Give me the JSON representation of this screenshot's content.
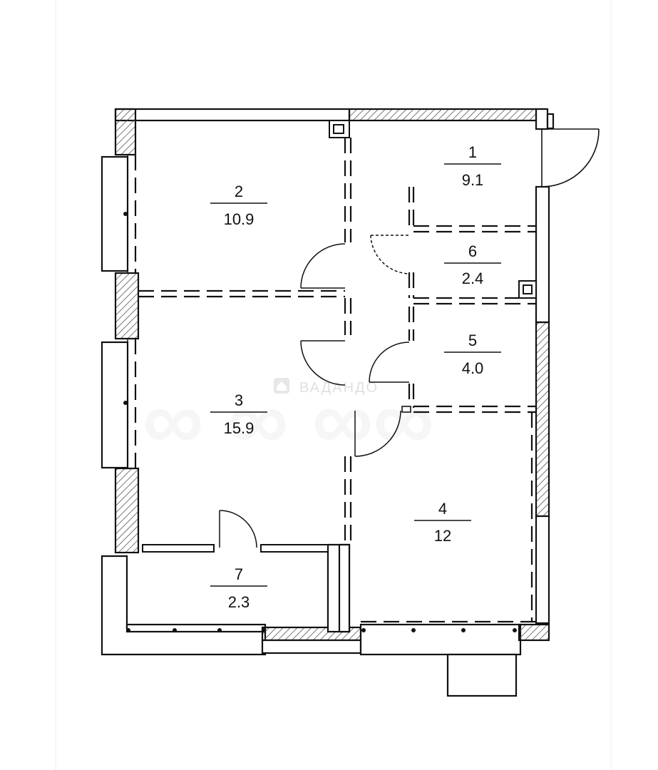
{
  "colors": {
    "wall": "#111111",
    "hatch": "#555555",
    "watermark": "#c8c8c8",
    "background": "#ffffff"
  },
  "rooms": [
    {
      "number": "1",
      "area": "9.1"
    },
    {
      "number": "2",
      "area": "10.9"
    },
    {
      "number": "3",
      "area": "15.9"
    },
    {
      "number": "4",
      "area": "12"
    },
    {
      "number": "5",
      "area": "4.0"
    },
    {
      "number": "6",
      "area": "2.4"
    },
    {
      "number": "7",
      "area": "2.3"
    }
  ],
  "watermark": {
    "text": "ВАДАНДО",
    "icon": "house-logo-icon"
  }
}
